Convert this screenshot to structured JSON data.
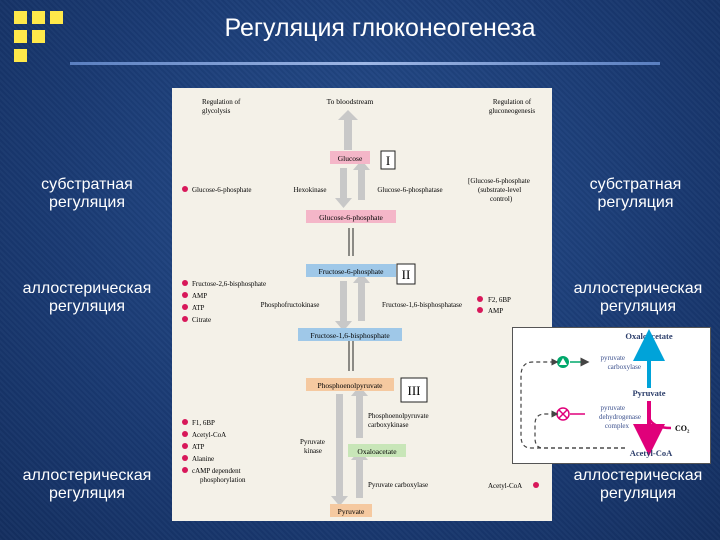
{
  "slide": {
    "title": "Регуляция глюконеогенеза"
  },
  "labels": {
    "left_1": [
      "субстратная",
      "регуляция"
    ],
    "left_2": [
      "аллостерическая",
      "регуляция"
    ],
    "left_3": [
      "аллостерическая",
      "регуляция"
    ],
    "right_1": [
      "субстратная",
      "регуляция"
    ],
    "right_2": [
      "аллостерическая",
      "регуляция"
    ],
    "right_3": [
      "аллостерическая",
      "регуляция"
    ]
  },
  "figure": {
    "header_left": [
      "Regulation of",
      "glycolysis"
    ],
    "header_center": "To bloodstream",
    "header_right": [
      "Regulation of",
      "gluconeogenesis"
    ],
    "metabolites": {
      "glucose": "Glucose",
      "g6p": "Glucose-6-phosphate",
      "f6p": "Fructose-6-phosphate",
      "f16bp": "Fructose-1,6-bisphosphate",
      "pep": "Phosphoenolpyruvate",
      "oaa": "Oxaloacetate",
      "pyruvate": "Pyruvate"
    },
    "stages": [
      "I",
      "II",
      "III"
    ],
    "enzymes": {
      "hexokinase": "Hexokinase",
      "g6pase": "Glucose-6-phosphatase",
      "pfk": "Phosphofructokinase",
      "fbpase": "Fructose-1,6-bisphosphatase",
      "pepck": [
        "Phosphoenolpyruvate",
        "carboxykinase"
      ],
      "pk": [
        "Pyruvate",
        "kinase"
      ],
      "pc": "Pyruvate carboxylase"
    },
    "reg_glycolysis_1": [
      {
        "sign": "-",
        "text": "Glucose-6-phosphate"
      }
    ],
    "reg_glycolysis_2": [
      {
        "sign": "+",
        "text": "Fructose-2,6-bisphosphate"
      },
      {
        "sign": "+",
        "text": "AMP"
      },
      {
        "sign": "-",
        "text": "ATP"
      },
      {
        "sign": "-",
        "text": "Citrate"
      }
    ],
    "reg_glycolysis_3": [
      {
        "sign": "+",
        "text": "F1, 6BP"
      },
      {
        "sign": "-",
        "text": "Acetyl-CoA"
      },
      {
        "sign": "-",
        "text": "ATP"
      },
      {
        "sign": "-",
        "text": "Alanine"
      },
      {
        "sign": "-",
        "text": "cAMP dependent"
      },
      {
        "sign": "",
        "text": "phosphorylation"
      }
    ],
    "reg_gng_1": [
      "[Glucose-6-phosphate",
      "(substrate-level",
      "control)"
    ],
    "reg_gng_2": [
      {
        "sign": "-",
        "text": "F2, 6BP"
      },
      {
        "sign": "-",
        "text": "AMP"
      }
    ],
    "reg_gng_3": {
      "sign": "+",
      "text": "Acetyl-CoA"
    }
  },
  "inset": {
    "oaa": "Oxaloacetate",
    "pc": [
      "pyruvate",
      "carboxylase"
    ],
    "pyruvate": "Pyruvate",
    "pdh": [
      "pyruvate",
      "dehydrogenase",
      "complex"
    ],
    "co2": "CO₂",
    "acetylcoa": "Acetyl-CoA"
  },
  "colors": {
    "background": "#1d3f7c",
    "bullets": "#ffe94a",
    "pink_box": "#f4b6c8",
    "blue_box": "#9fc8e8",
    "peach_box": "#f5c9a0",
    "green_box": "#c8e6b8",
    "neg_sign": "#d8185a",
    "inset_arrow_up": "#00a3d9",
    "inset_arrow_down": "#e0007a",
    "inset_activate": "#00a86b"
  }
}
